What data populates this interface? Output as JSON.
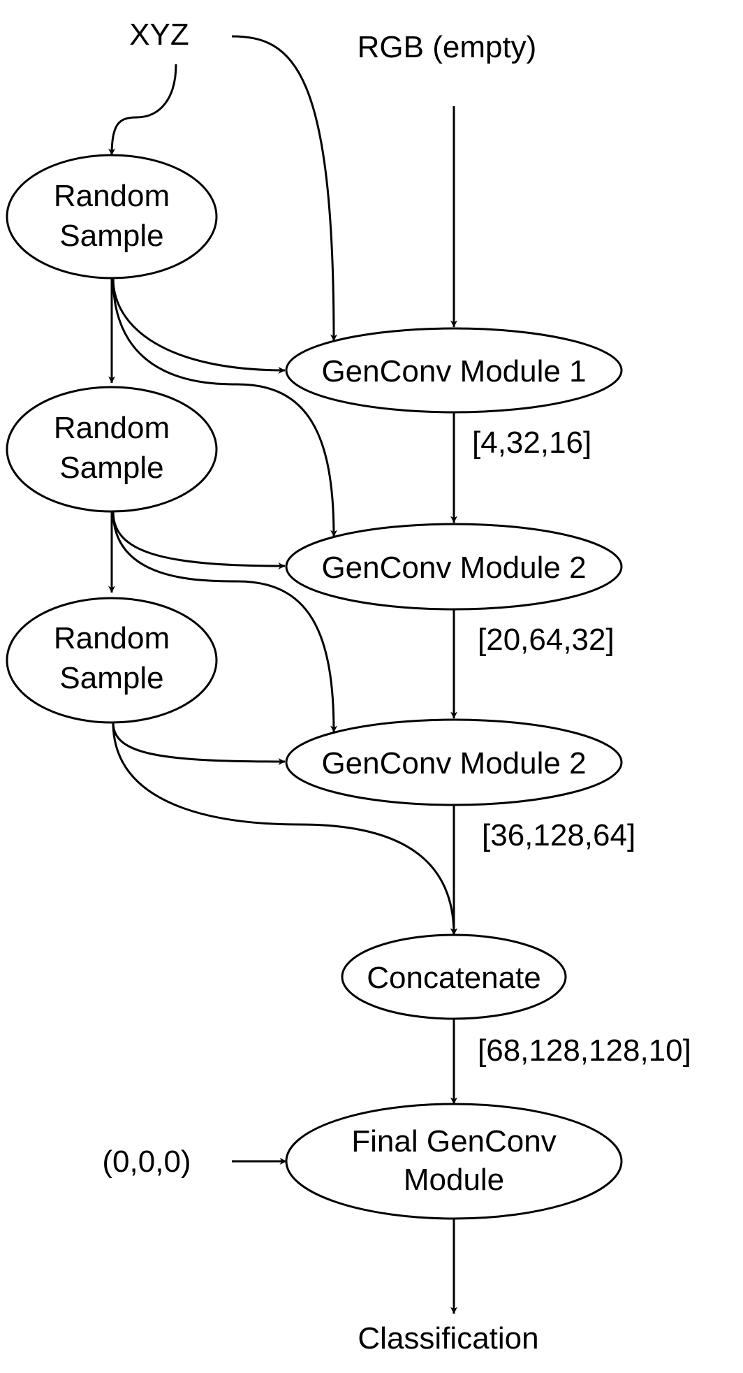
{
  "inputs": {
    "xyz": "XYZ",
    "rgb": "RGB (empty)",
    "origin": "(0,0,0)"
  },
  "nodes": {
    "random_sample_1": [
      "Random",
      "Sample"
    ],
    "random_sample_2": [
      "Random",
      "Sample"
    ],
    "random_sample_3": [
      "Random",
      "Sample"
    ],
    "genconv_1": "GenConv Module 1",
    "genconv_2": "GenConv Module 2",
    "genconv_3": "GenConv Module 2",
    "concatenate": "Concatenate",
    "final": [
      "Final GenConv",
      "Module"
    ]
  },
  "edge_labels": {
    "after_genconv_1": "[4,32,16]",
    "after_genconv_2": "[20,64,32]",
    "after_genconv_3": "[36,128,64]",
    "after_concatenate": "[68,128,128,10]"
  },
  "output": "Classification"
}
